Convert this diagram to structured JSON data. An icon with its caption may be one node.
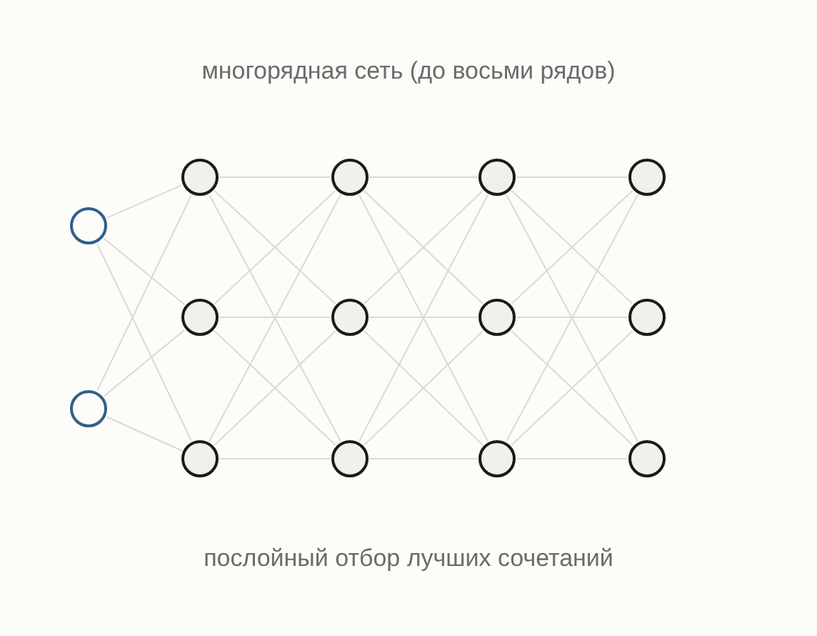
{
  "diagram": {
    "title": "многорядная сеть (до восьми рядов)",
    "caption": "послойный отбор лучших сочетаний",
    "nodes": [
      {
        "text": [],
        "shape": "circle"
      },
      {
        "text": [],
        "shape": "circle"
      },
      {
        "text": [],
        "shape": "circle"
      },
      {
        "text": [],
        "shape": "circle"
      },
      {
        "text": [],
        "shape": "circle"
      },
      {
        "text": [],
        "shape": "circle"
      },
      {
        "text": [],
        "shape": "circle"
      },
      {
        "text": [],
        "shape": "circle"
      },
      {
        "text": [],
        "shape": "circle"
      },
      {
        "text": [],
        "shape": "circle"
      },
      {
        "text": [],
        "shape": "circle"
      },
      {
        "text": [],
        "shape": "circle"
      },
      {
        "text": [],
        "shape": "circle"
      },
      {
        "text": [],
        "shape": "circle"
      }
    ],
    "edges": [
      {
        "from": 0,
        "to": 2,
        "arrow": "none"
      },
      {
        "from": 0,
        "to": 3,
        "arrow": "none"
      },
      {
        "from": 0,
        "to": 4,
        "arrow": "none"
      },
      {
        "from": 1,
        "to": 2,
        "arrow": "none"
      },
      {
        "from": 1,
        "to": 3,
        "arrow": "none"
      },
      {
        "from": 1,
        "to": 4,
        "arrow": "none"
      },
      {
        "from": 2,
        "to": 5,
        "arrow": "none"
      },
      {
        "from": 2,
        "to": 6,
        "arrow": "none"
      },
      {
        "from": 2,
        "to": 7,
        "arrow": "none"
      },
      {
        "from": 3,
        "to": 5,
        "arrow": "none"
      },
      {
        "from": 3,
        "to": 6,
        "arrow": "none"
      },
      {
        "from": 3,
        "to": 7,
        "arrow": "none"
      },
      {
        "from": 4,
        "to": 5,
        "arrow": "none"
      },
      {
        "from": 4,
        "to": 6,
        "arrow": "none"
      },
      {
        "from": 4,
        "to": 7,
        "arrow": "none"
      },
      {
        "from": 5,
        "to": 8,
        "arrow": "none"
      },
      {
        "from": 5,
        "to": 9,
        "arrow": "none"
      },
      {
        "from": 5,
        "to": 10,
        "arrow": "none"
      },
      {
        "from": 6,
        "to": 8,
        "arrow": "none"
      },
      {
        "from": 6,
        "to": 9,
        "arrow": "none"
      },
      {
        "from": 6,
        "to": 10,
        "arrow": "none"
      },
      {
        "from": 7,
        "to": 8,
        "arrow": "none"
      },
      {
        "from": 7,
        "to": 9,
        "arrow": "none"
      },
      {
        "from": 7,
        "to": 10,
        "arrow": "none"
      },
      {
        "from": 8,
        "to": 11,
        "arrow": "none"
      },
      {
        "from": 8,
        "to": 12,
        "arrow": "none"
      },
      {
        "from": 8,
        "to": 13,
        "arrow": "none"
      },
      {
        "from": 9,
        "to": 11,
        "arrow": "none"
      },
      {
        "from": 9,
        "to": 12,
        "arrow": "none"
      },
      {
        "from": 9,
        "to": 13,
        "arrow": "none"
      },
      {
        "from": 10,
        "to": 11,
        "arrow": "none"
      },
      {
        "from": 10,
        "to": 12,
        "arrow": "none"
      },
      {
        "from": 10,
        "to": 13,
        "arrow": "none"
      }
    ]
  }
}
